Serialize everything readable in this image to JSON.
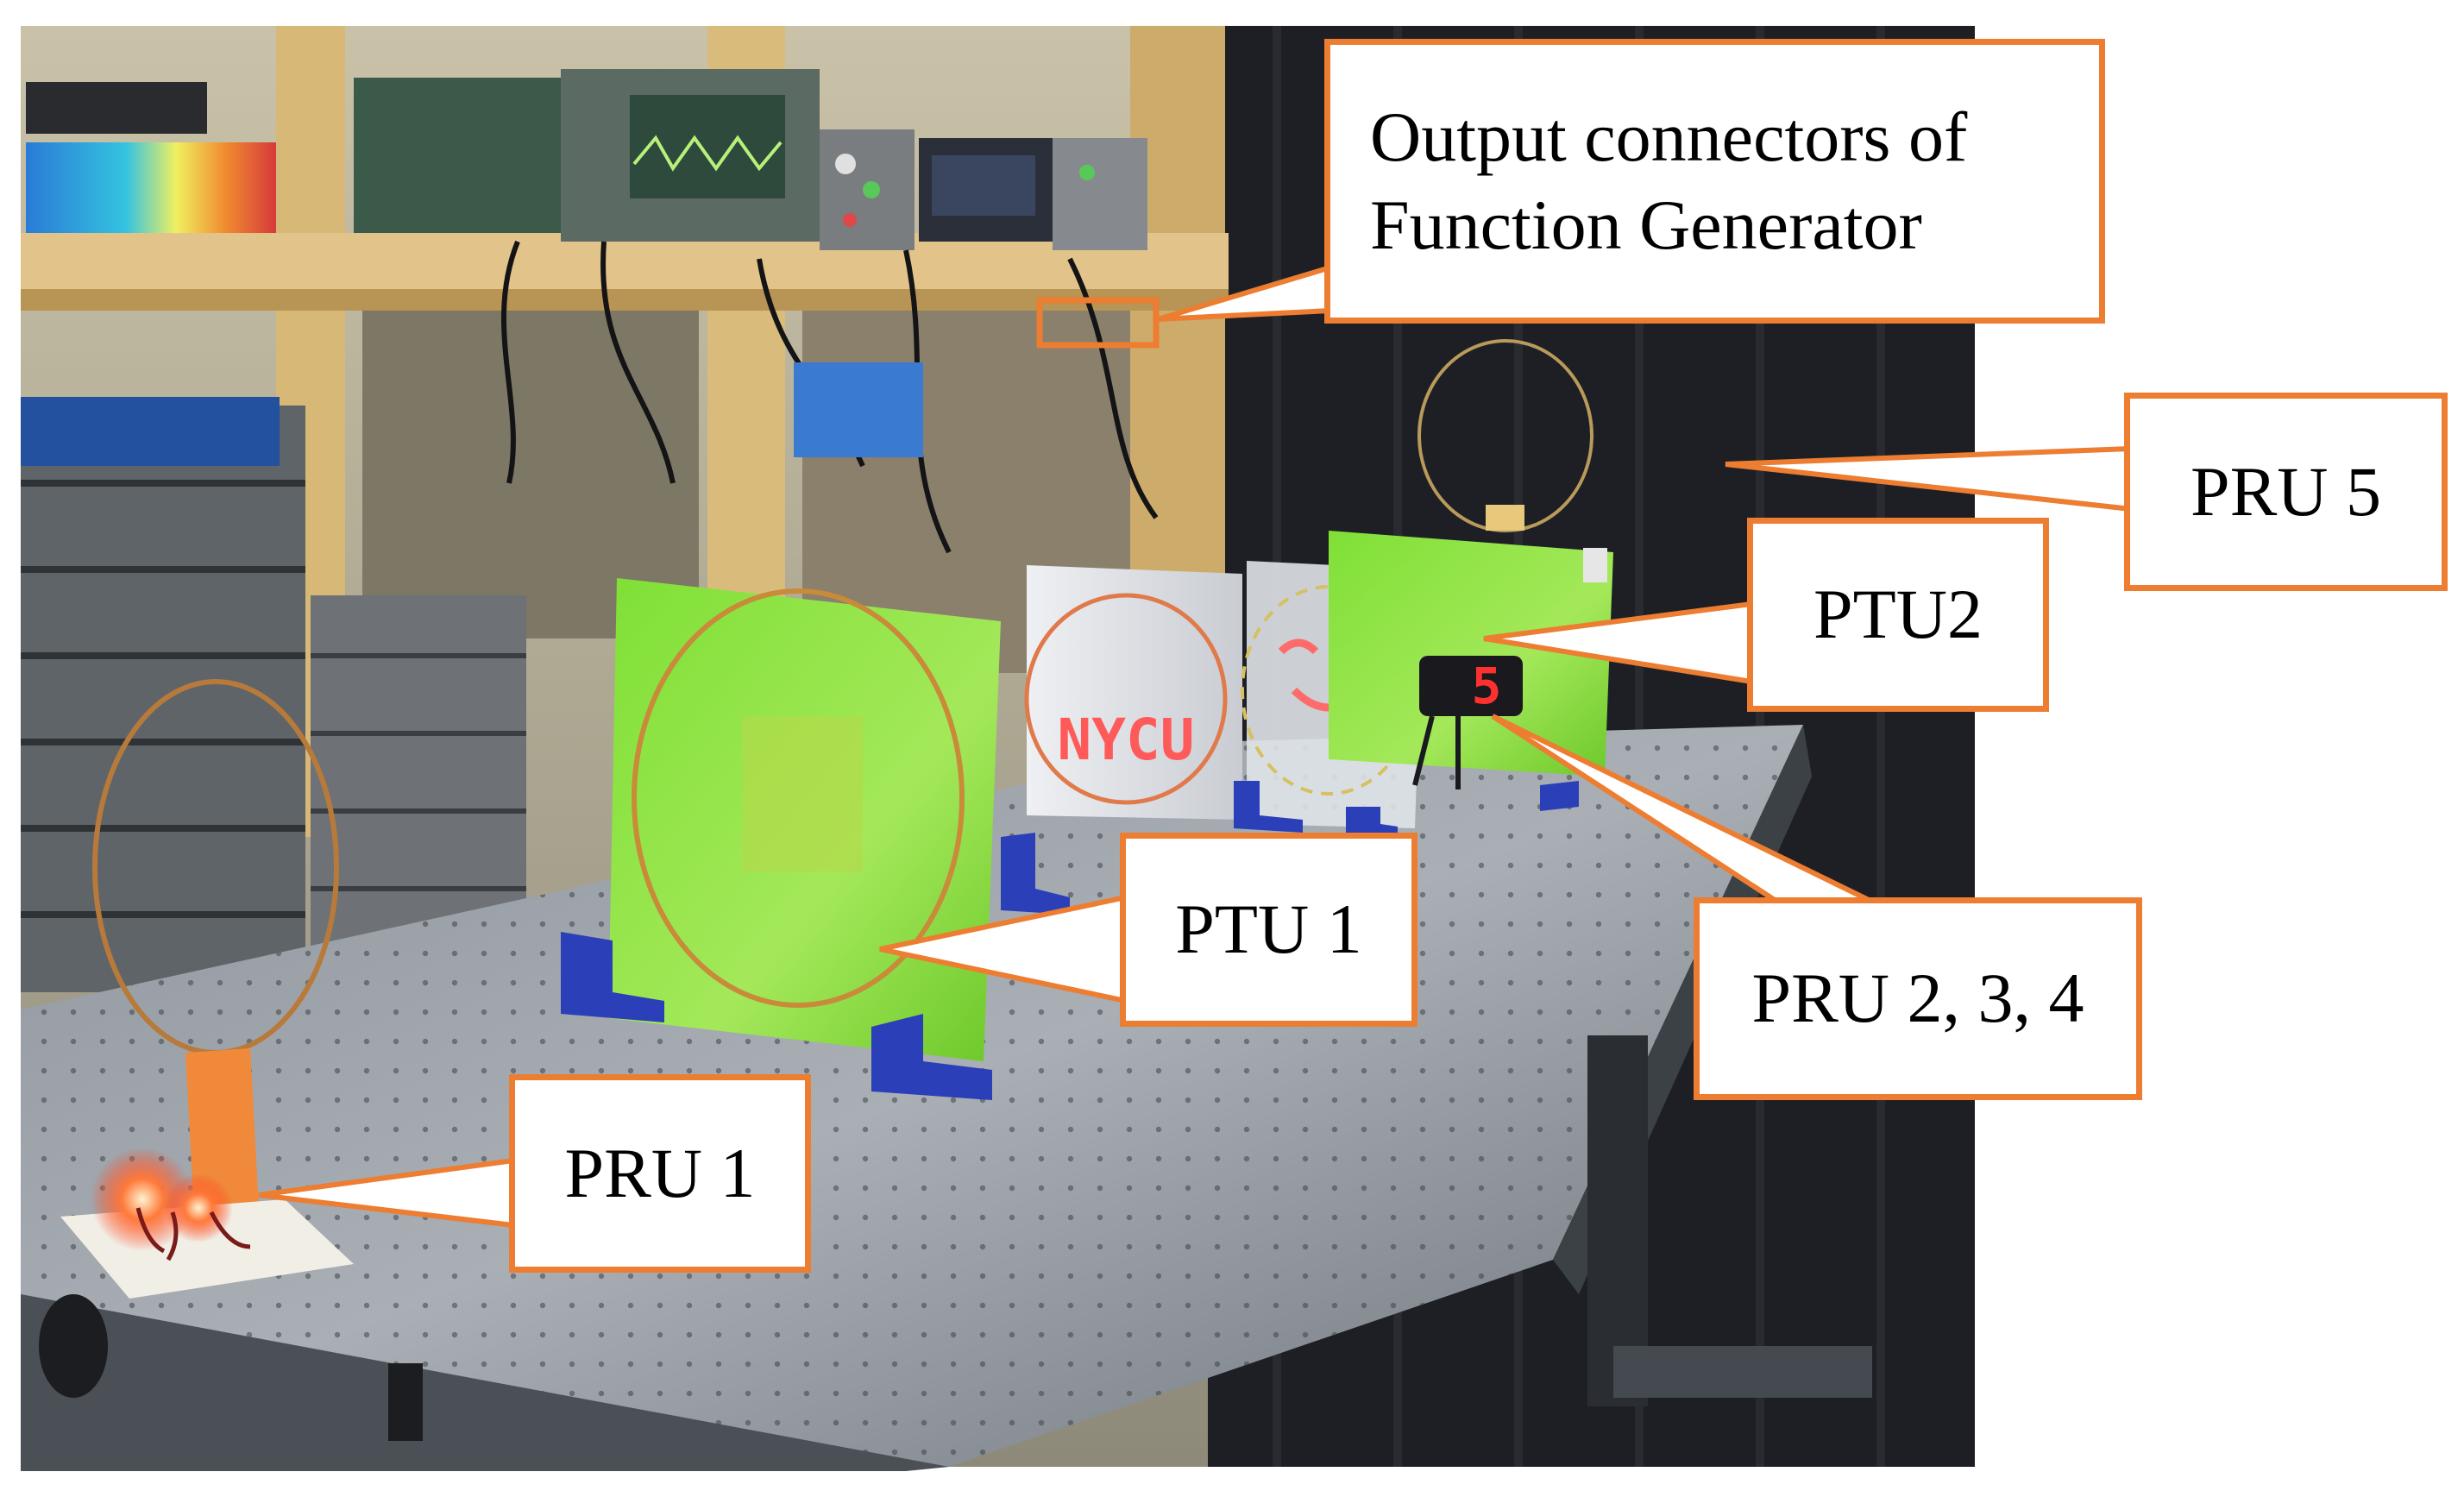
{
  "figure": {
    "callout_color": "#ED7D31",
    "callouts": [
      {
        "id": "function-generator",
        "lines": [
          "Output connectors of",
          "Function Generator"
        ]
      },
      {
        "id": "pru5",
        "lines": [
          "PRU 5"
        ]
      },
      {
        "id": "ptu2",
        "lines": [
          "PTU2"
        ]
      },
      {
        "id": "ptu1",
        "lines": [
          "PTU 1"
        ]
      },
      {
        "id": "pru234",
        "lines": [
          "PRU 2, 3, 4"
        ]
      },
      {
        "id": "pru1",
        "lines": [
          "PRU 1"
        ]
      }
    ],
    "photo_marks": {
      "nycu_display": "NYCU",
      "digit_display": "5"
    }
  }
}
